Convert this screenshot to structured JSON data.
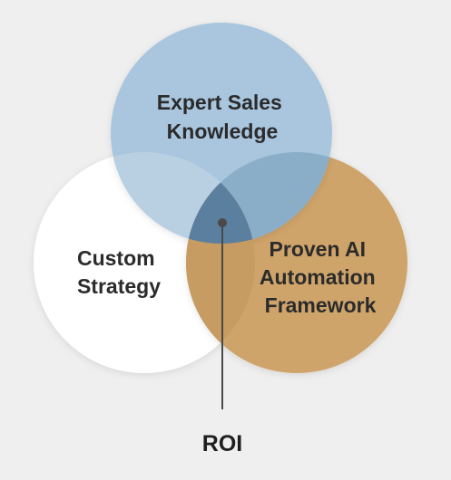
{
  "colors": {
    "background": "#efefef",
    "custom_strategy_fill": "#ffffff",
    "expert_sales_fill": "#a9c6de",
    "proven_ai_fill": "#cfa46a",
    "overlap_fill": "#8aaec8",
    "center_fill": "#5b7f9e",
    "pointer_line": "#4a4a4a",
    "text": "#2b2b2b"
  },
  "circles": {
    "expert_sales": {
      "lines": [
        "Expert Sales",
        "Knowledge"
      ]
    },
    "custom_strategy": {
      "lines": [
        "Custom",
        "Strategy"
      ]
    },
    "proven_ai": {
      "lines": [
        "Proven AI",
        "Automation",
        "Framework"
      ]
    }
  },
  "outcome": {
    "label": "ROI"
  }
}
